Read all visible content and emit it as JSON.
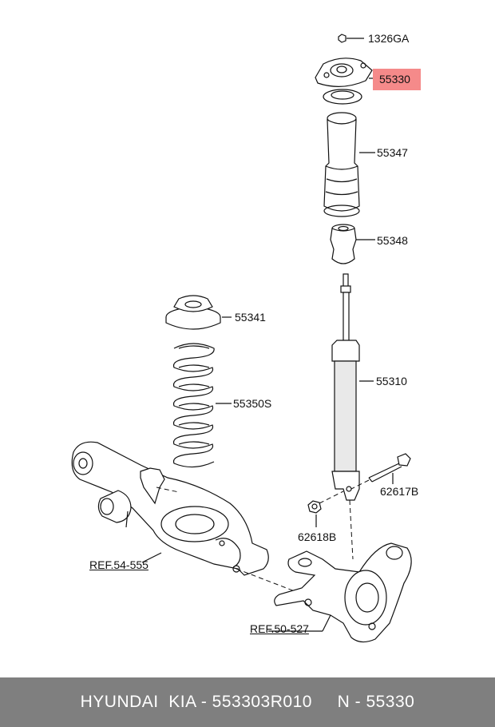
{
  "parts": {
    "p1326ga": "1326GA",
    "p55330": "55330",
    "p55347": "55347",
    "p55348": "55348",
    "p55341": "55341",
    "p55350s": "55350S",
    "p55310": "55310",
    "p62617b": "62617B",
    "p62618b": "62618B",
    "ref54": "REF.54-555",
    "ref50": "REF.50-527"
  },
  "highlight_color": "#f58a8a",
  "footer": {
    "brand": "HYUNDAI  KIA - 553303R010",
    "number": "N - 55330",
    "background": "#7f7f7f"
  }
}
